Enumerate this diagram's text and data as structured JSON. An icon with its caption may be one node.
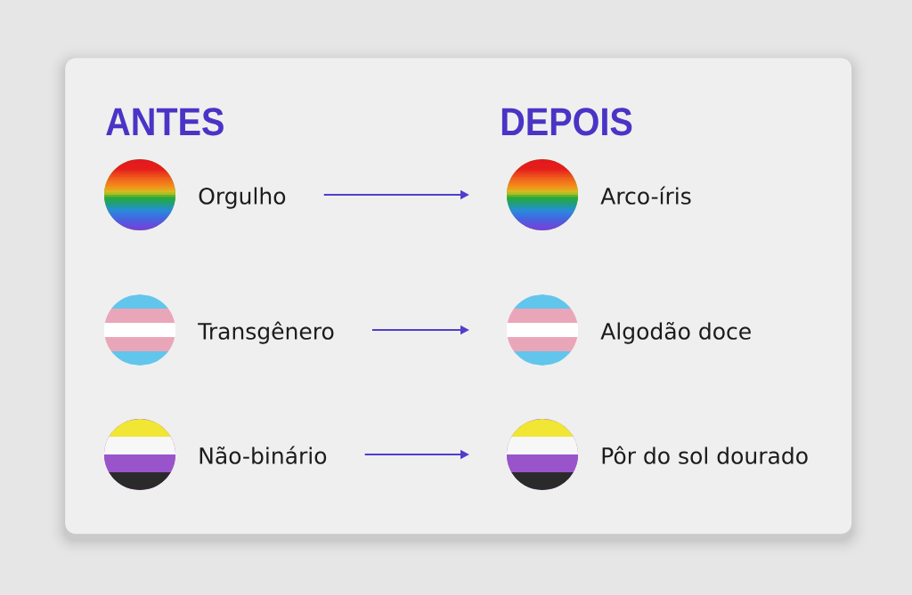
{
  "diagram": {
    "nodes": [
      {
        "text": [
          "ANTES",
          "DEPOIS"
        ]
      },
      {
        "text": [
          "Orgulho"
        ],
        "in": 0
      },
      {
        "text": [
          "Arco-íris"
        ],
        "in": 0
      },
      {
        "text": [
          "Transgênero"
        ],
        "in": 0
      },
      {
        "text": [
          "Algodão doce"
        ],
        "in": 0
      },
      {
        "text": [
          "Não-binário"
        ],
        "in": 0
      },
      {
        "text": [
          "Pôr do sol dourado"
        ],
        "in": 0
      }
    ],
    "edges": [
      {
        "from": 1,
        "to": 2,
        "arrow": "to"
      },
      {
        "from": 3,
        "to": 4,
        "arrow": "to"
      },
      {
        "from": 5,
        "to": 6,
        "arrow": "to"
      }
    ]
  }
}
